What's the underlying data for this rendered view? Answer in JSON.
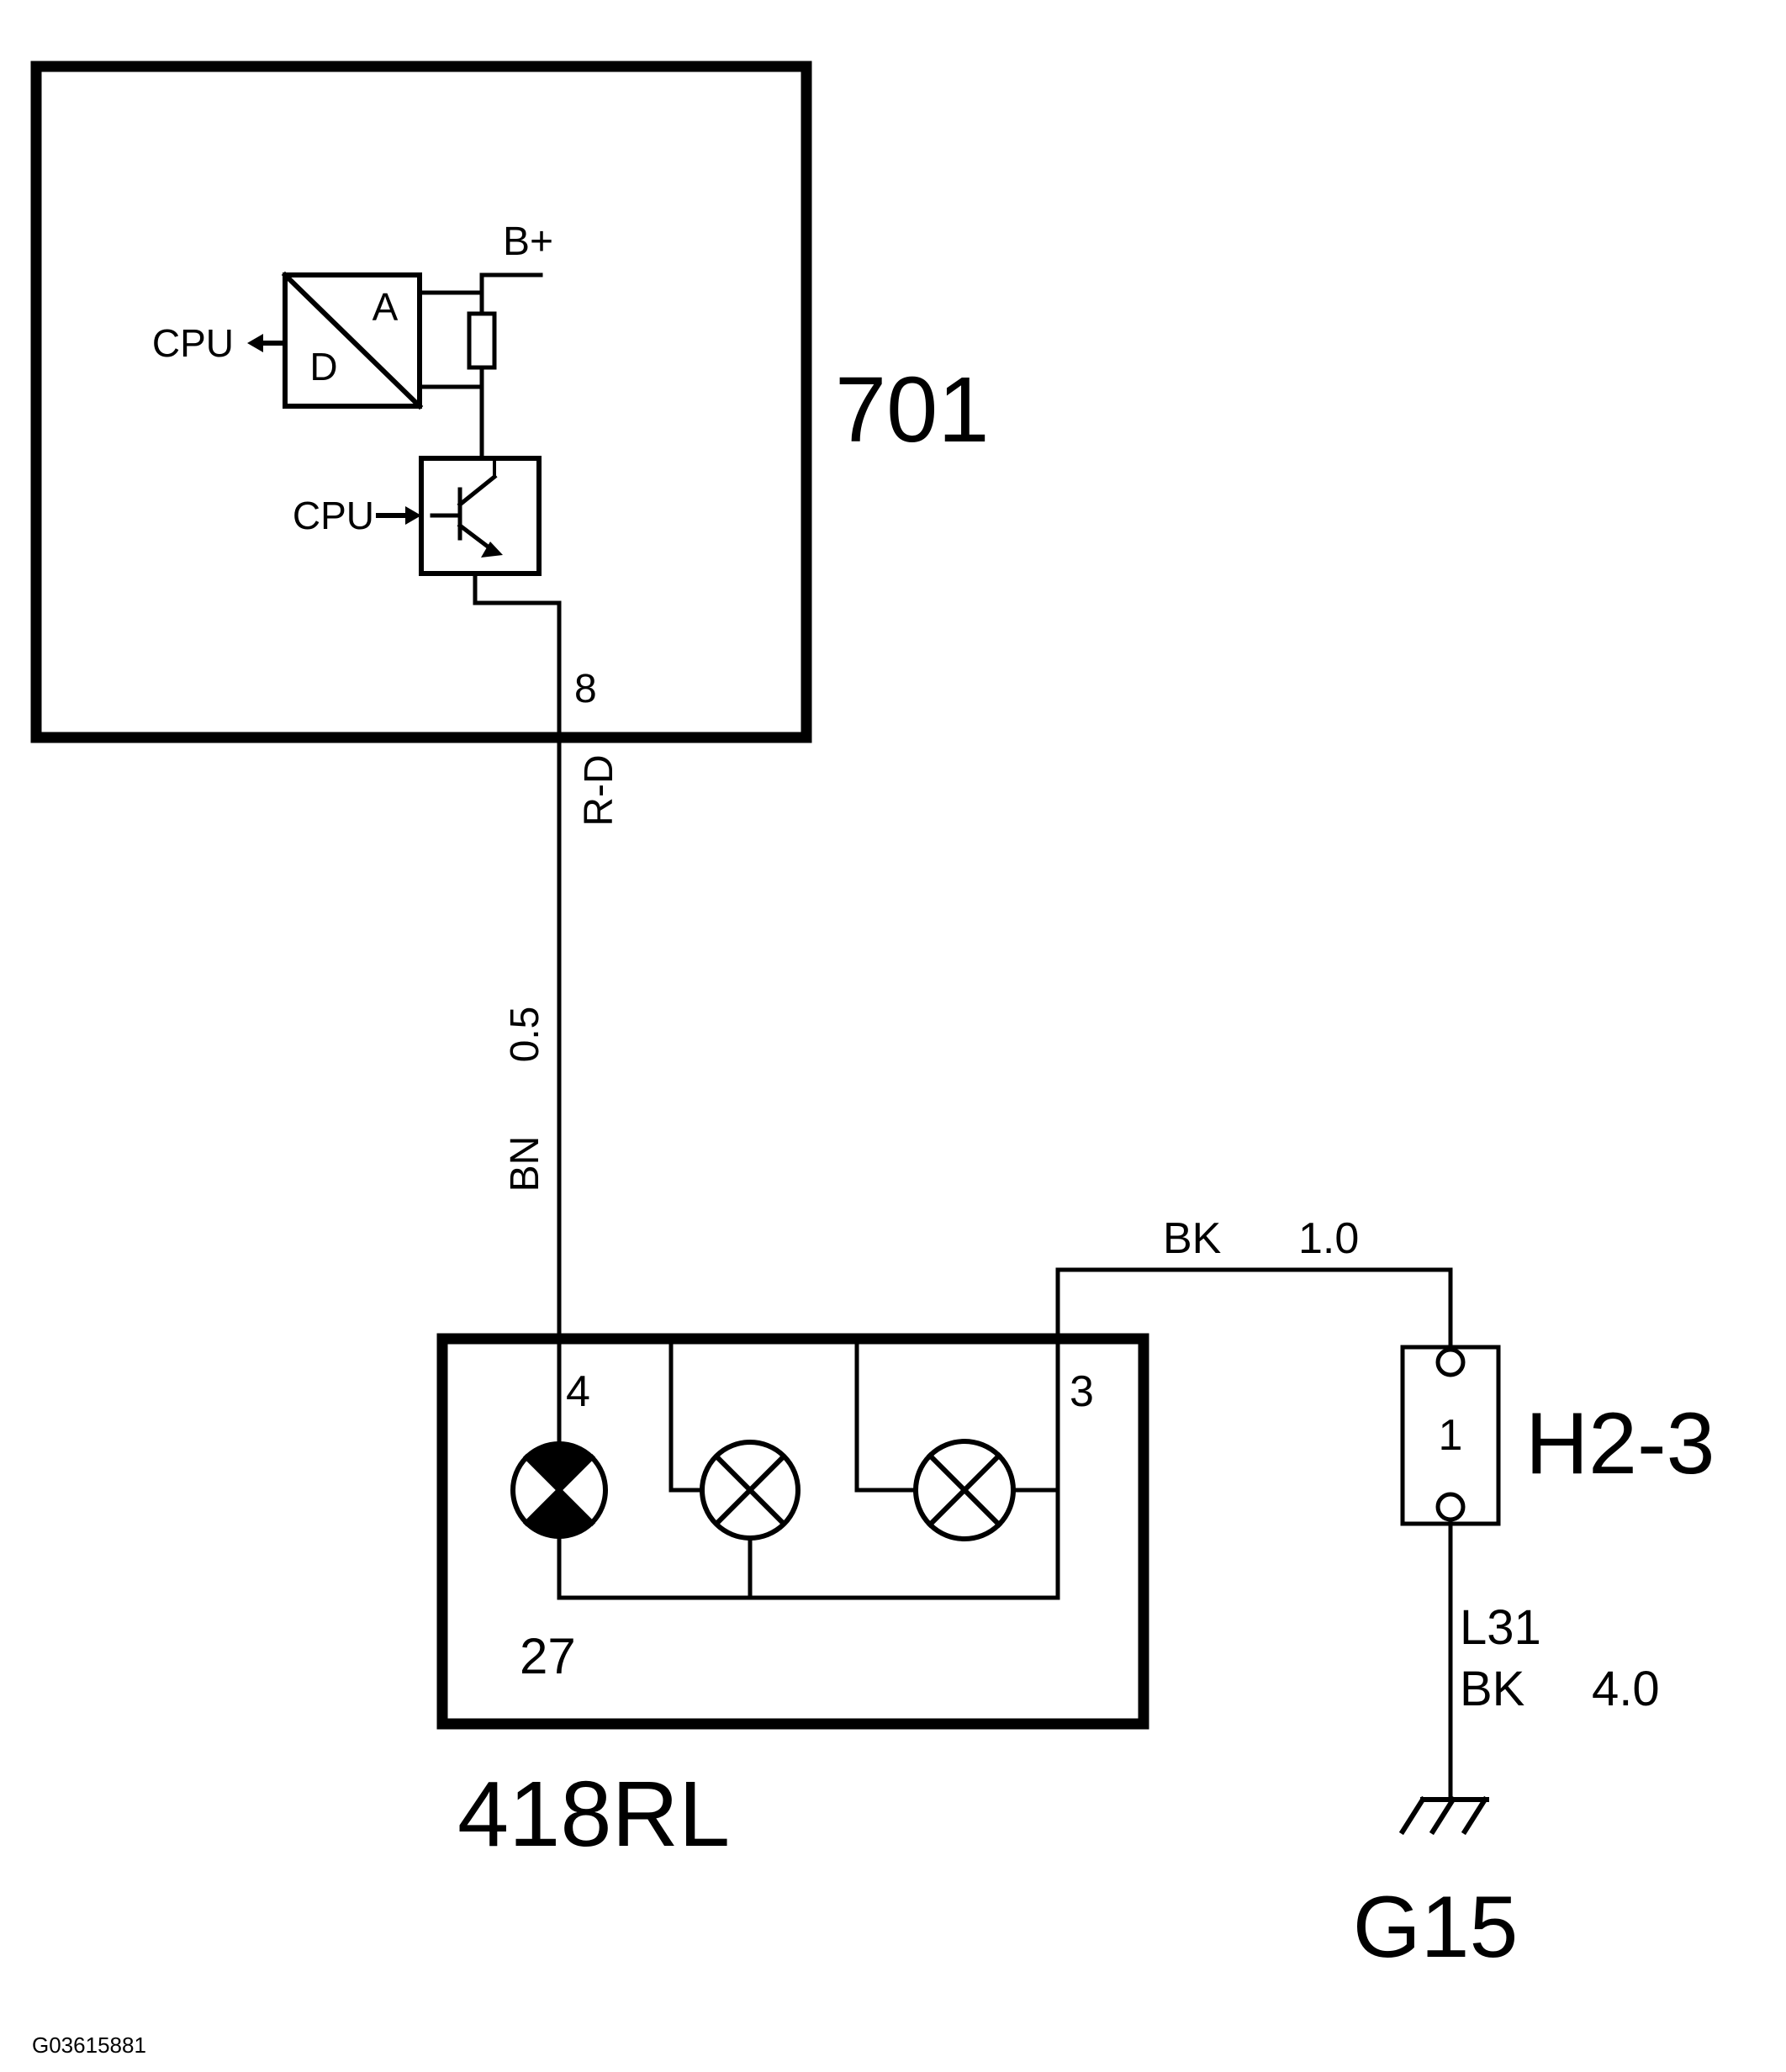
{
  "diagram": {
    "components": {
      "controller": {
        "id": "701",
        "supply_label": "B+",
        "adc_output_label": "CPU",
        "adc_analog_letter": "A",
        "adc_digital_letter": "D",
        "driver_input_label": "CPU",
        "output_pin": "8"
      },
      "lamp_unit": {
        "id": "418RL",
        "pin_in": "4",
        "pin_ground": "3",
        "pin_internal": "27"
      },
      "connector": {
        "id": "H2-3",
        "cavity": "1"
      },
      "ground": {
        "id": "G15"
      }
    },
    "wires": {
      "controller_to_lamp": {
        "connector_code": "R-D",
        "color": "BN",
        "size": "0.5"
      },
      "lamp_to_connector": {
        "color": "BK",
        "size": "1.0"
      },
      "connector_to_ground": {
        "circuit": "L31",
        "color": "BK",
        "size": "4.0"
      }
    },
    "footer": {
      "figure_code": "G03615881"
    }
  }
}
